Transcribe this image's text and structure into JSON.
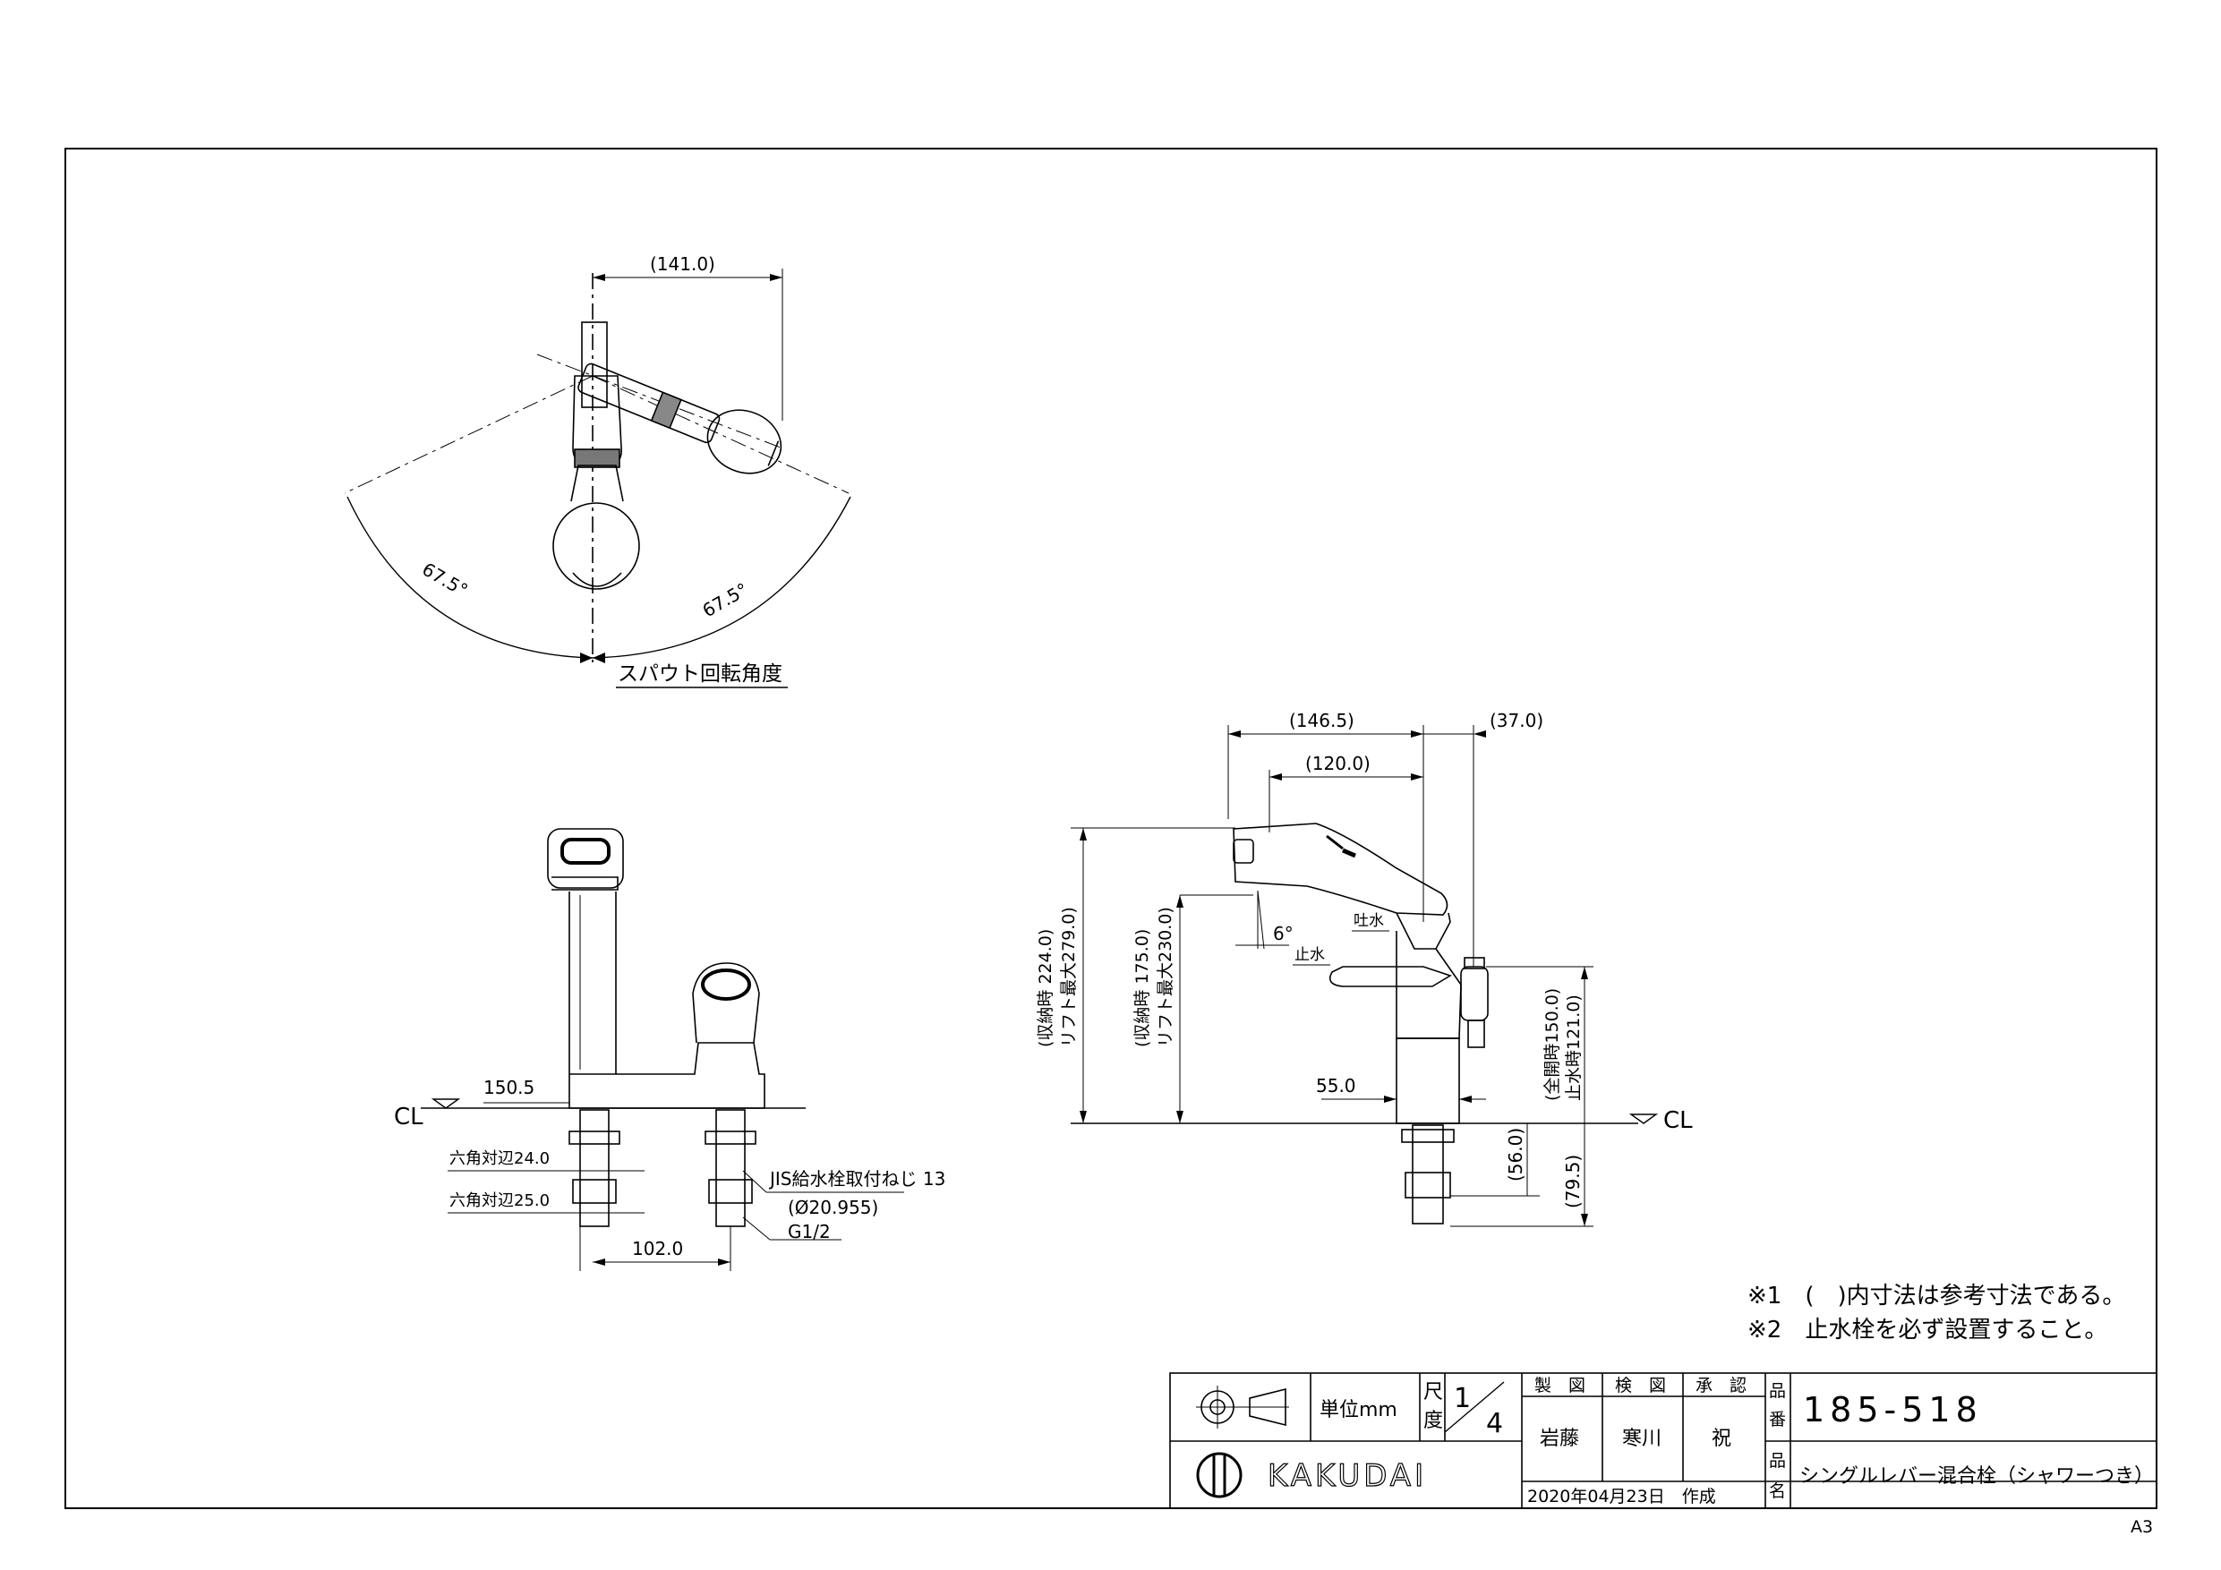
{
  "sheet": {
    "size_label": "A3"
  },
  "top_view": {
    "dim_top": "(141.0)",
    "angle_left": "67.5°",
    "angle_right": "67.5°",
    "caption": "スパウト回転角度"
  },
  "front_view": {
    "cl": "CL",
    "height": "150.5",
    "hex1": "六角対辺24.0",
    "hex2": "六角対辺25.0",
    "jis": "JIS給水栓取付ねじ 13",
    "jis_dia": "(Ø20.955)",
    "g": "G1/2",
    "pitch": "102.0"
  },
  "side_view": {
    "d1465": "(146.5)",
    "d37": "(37.0)",
    "d120": "(120.0)",
    "h1_a": "(収納時 224.0)",
    "h1_b": "リフト最大279.0)",
    "h2_a": "(収納時 175.0)",
    "h2_b": "リフト最大230.0)",
    "angle": "6°",
    "spout": "吐水",
    "stop": "止水",
    "d55": "55.0",
    "open": "(全開時150.0)",
    "close": "止水時121.0)",
    "d56": "(56.0)",
    "d795": "(79.5)",
    "cl": "CL"
  },
  "notes": {
    "n1": "※1　(　)内寸法は参考寸法である。",
    "n2": "※2　止水栓を必ず設置すること。"
  },
  "title_block": {
    "unit": "単位mm",
    "scale_label": "尺度",
    "scale_num": "1",
    "scale_den": "4",
    "drawn_label": "製　図",
    "checked_label": "検　図",
    "approved_label": "承　認",
    "drawn": "岩藤",
    "checked": "寒川",
    "approved": "祝",
    "pn_label": "品番",
    "part_number": "185-518",
    "name_label": "品名",
    "product_name": "シングルレバー混合栓（シャワーつき）",
    "brand": "KAKUDAI",
    "date": "2020年04月23日　作成"
  }
}
